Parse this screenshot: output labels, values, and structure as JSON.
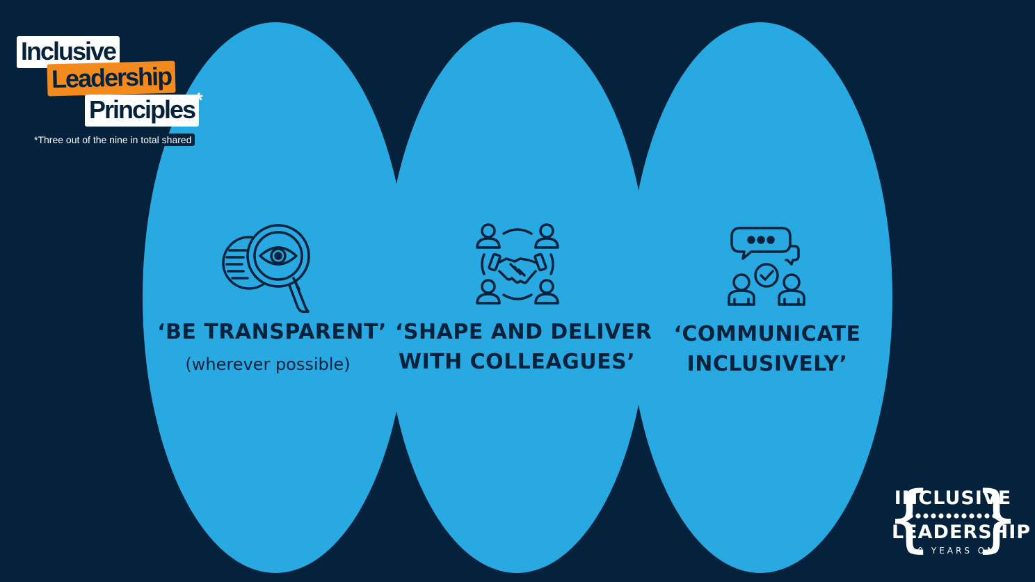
{
  "header": {
    "title_line1": "Inclusive",
    "title_line2": "Leadership",
    "title_line3": "Principles",
    "asterisk": "*",
    "footnote": "*Three out of the nine in total shared"
  },
  "principles": [
    {
      "title_line1": "‘BE TRANSPARENT’",
      "subtitle": "(wherever possible)",
      "icon": "transparency-magnifier-eye-icon"
    },
    {
      "title_line1": "‘SHAPE AND DELIVER",
      "title_line2": "WITH COLLEAGUES’",
      "icon": "collaboration-handshake-icon"
    },
    {
      "title_line1": "‘COMMUNICATE",
      "title_line2": "INCLUSIVELY’",
      "icon": "communication-chat-check-icon"
    }
  ],
  "logo": {
    "word1": "INCLUSIVE",
    "word2": "LEADERSHIP",
    "tagline": "10 YEARS ON"
  },
  "colors": {
    "background": "#05223d",
    "ellipse": "#29a9e1",
    "accent_orange": "#f28a1e",
    "text_dark": "#05223d",
    "white": "#ffffff"
  }
}
